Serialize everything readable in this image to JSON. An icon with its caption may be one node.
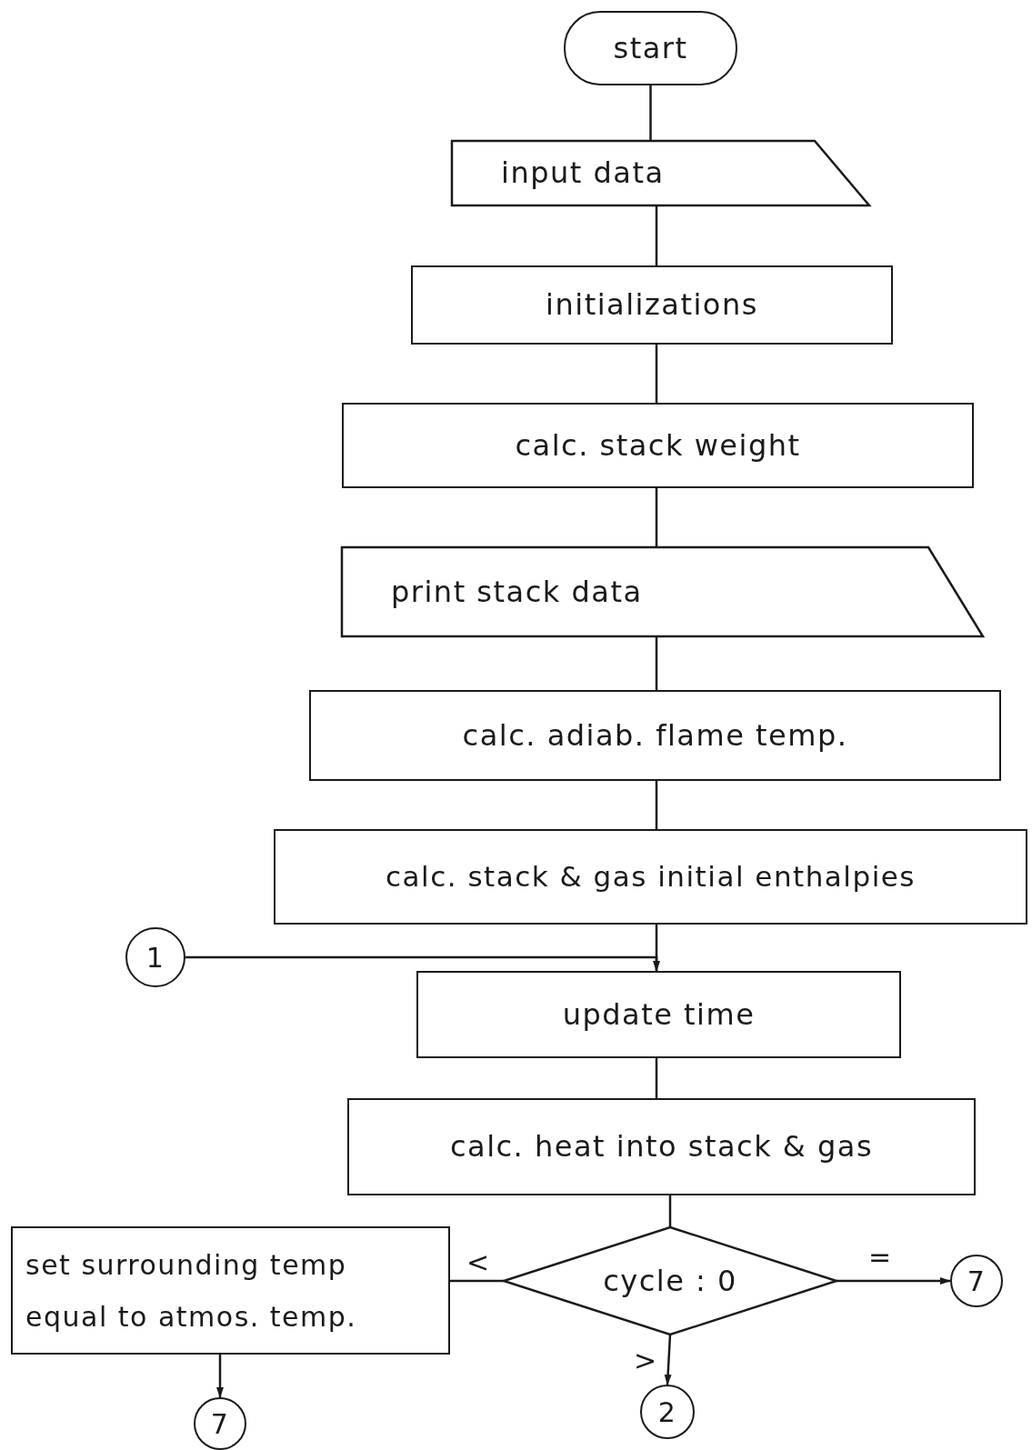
{
  "diagram": {
    "nodes": [
      {
        "text": [
          "start"
        ]
      },
      {
        "text": [
          "input data"
        ]
      },
      {
        "text": [
          "initializations"
        ]
      },
      {
        "text": [
          "calc. stack weight"
        ]
      },
      {
        "text": [
          "print stack data"
        ]
      },
      {
        "text": [
          "calc. adiab. flame temp."
        ]
      },
      {
        "text": [
          "calc. stack & gas initial enthalpies"
        ]
      },
      {
        "text": [
          "1"
        ]
      },
      {
        "text": [
          "update time"
        ]
      },
      {
        "text": [
          "calc. heat into stack & gas"
        ]
      },
      {
        "text": [
          "cycle : 0"
        ]
      },
      {
        "text": [
          "set surrounding temp equal to atmos. temp."
        ]
      },
      {
        "text": [
          "7"
        ]
      },
      {
        "text": [
          "7"
        ]
      },
      {
        "text": [
          "2"
        ]
      }
    ],
    "edges": [
      {
        "from": 0,
        "to": 1,
        "arrow": "none"
      },
      {
        "from": 1,
        "to": 2,
        "arrow": "none"
      },
      {
        "from": 2,
        "to": 3,
        "arrow": "none"
      },
      {
        "from": 3,
        "to": 4,
        "arrow": "none"
      },
      {
        "from": 4,
        "to": 5,
        "arrow": "none"
      },
      {
        "from": 5,
        "to": 6,
        "arrow": "none"
      },
      {
        "from": 6,
        "to": 8,
        "arrow": "none"
      },
      {
        "from": 7,
        "to": 8,
        "arrow": "to"
      },
      {
        "from": 8,
        "to": 9,
        "arrow": "none"
      },
      {
        "from": 9,
        "to": 10,
        "arrow": "none"
      },
      {
        "from": 10,
        "to": 12,
        "arrow": "to",
        "label": "="
      },
      {
        "from": 10,
        "to": 11,
        "arrow": "none",
        "label": "<"
      },
      {
        "from": 10,
        "to": 14,
        "arrow": "to",
        "label": ">"
      },
      {
        "from": 11,
        "to": 13,
        "arrow": "to"
      }
    ]
  }
}
